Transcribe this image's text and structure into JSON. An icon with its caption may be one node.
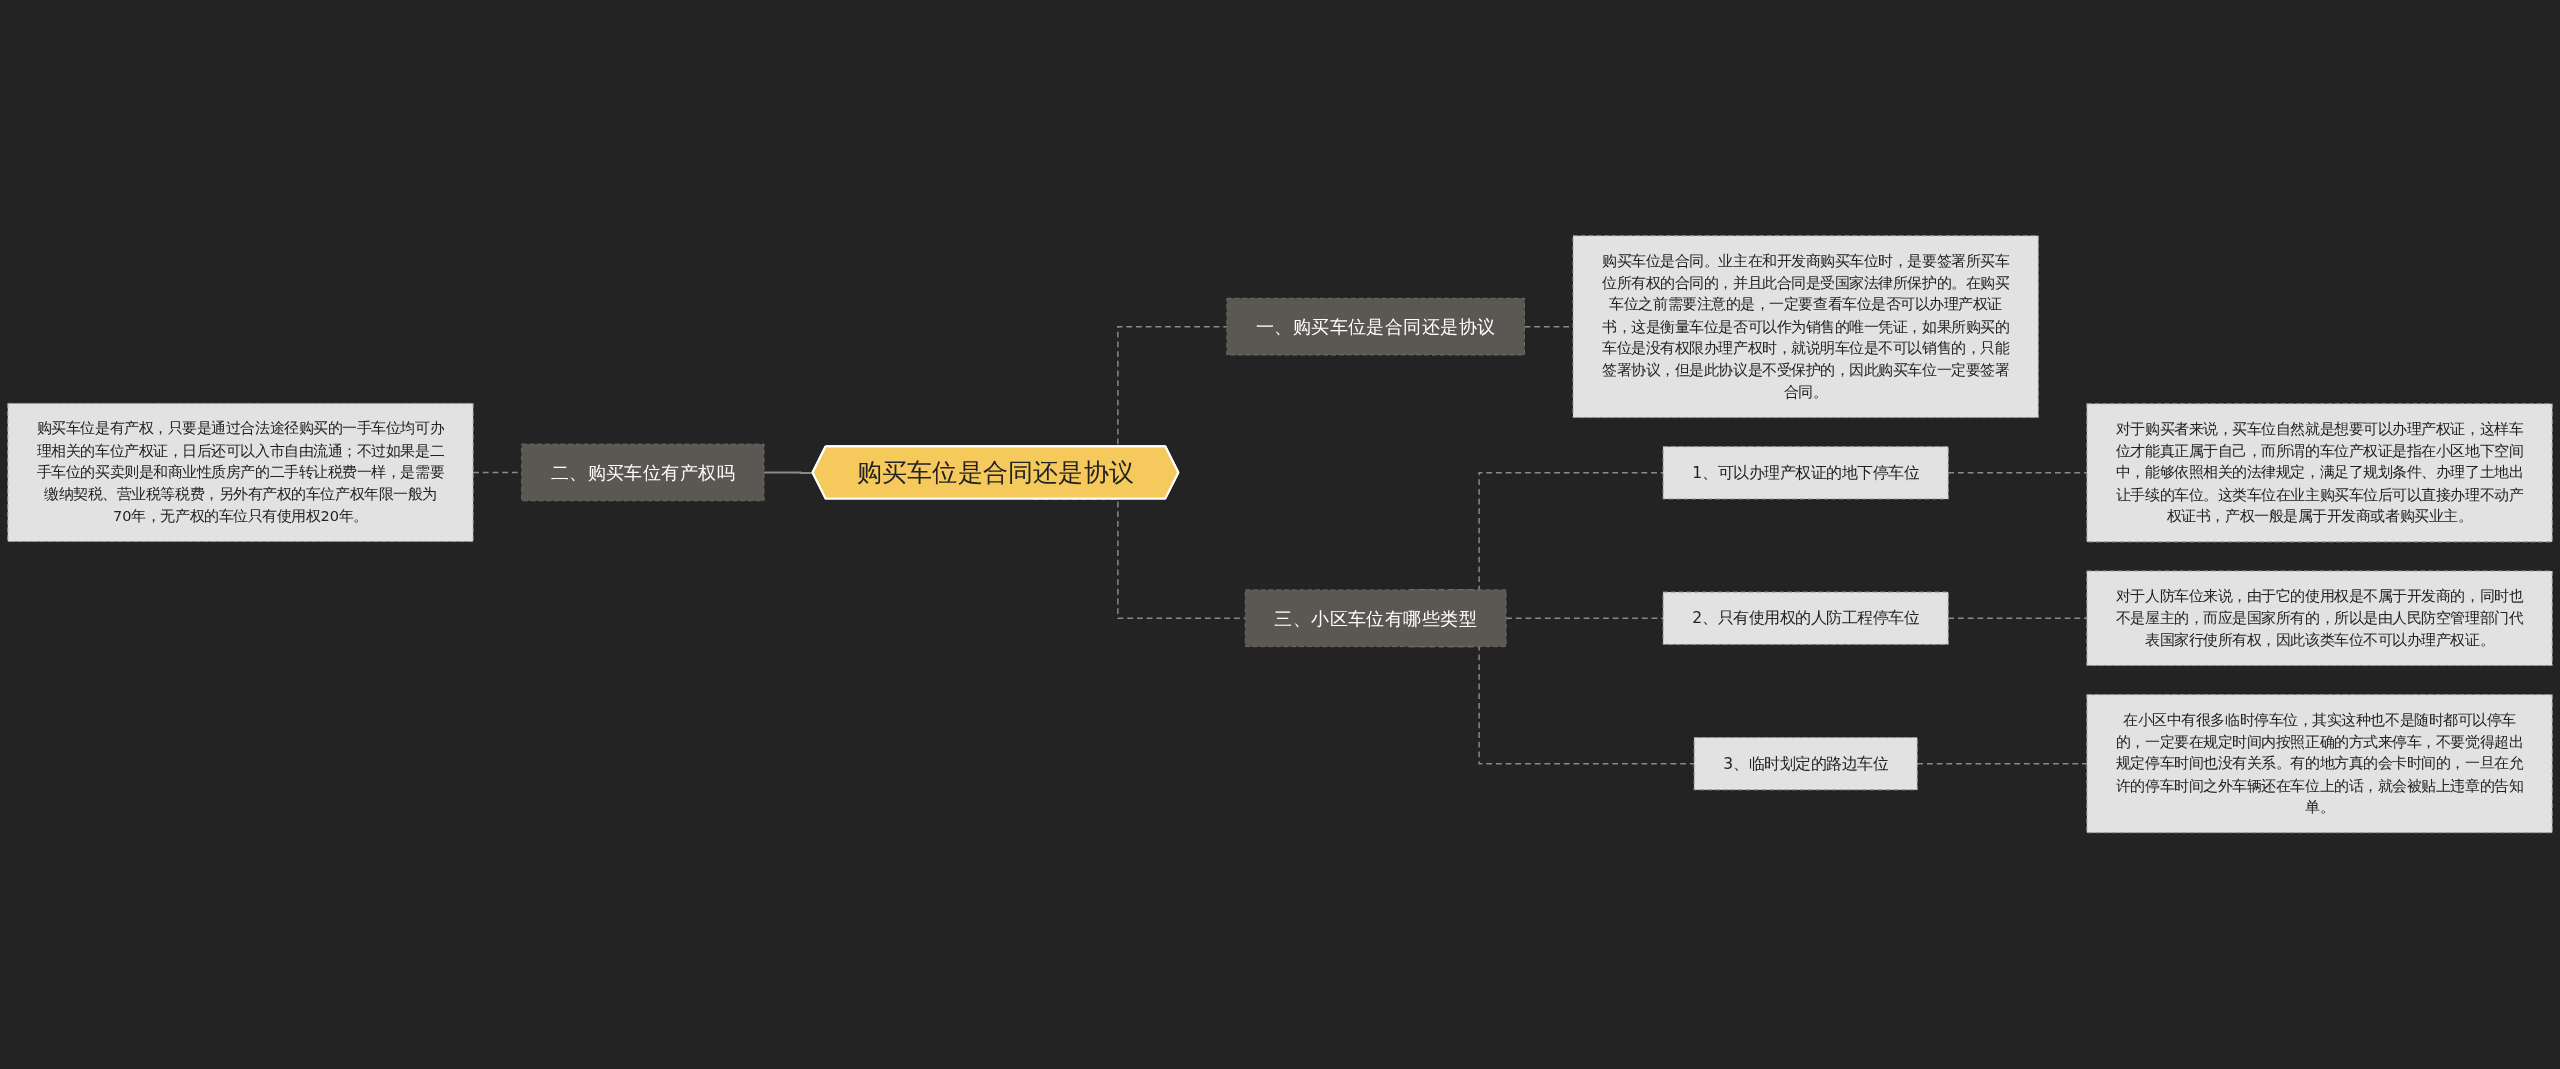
{
  "diagram": {
    "nodes": [
      {
        "text": [
          "购买车位是合同还是协议"
        ]
      },
      {
        "text": [
          "一、购买车位是合同还是协议"
        ]
      },
      {
        "text": [
          "购买车位是合同。业主在和开发商购买车位时，是要签署所买车位所有权的合同的，并且此合同是受国家法律所保护的。在购买车位之前需要注意的是，一定要查看车位是否可以办理产权证书，这是衡量车位是否可以作为销售的唯一凭证，如果所购买的车位是没有权限办理产权时，就说明车位是不可以销售的，只能签署协议，但是此协议是不受保护的，因此购买车位一定要签署合同。"
        ]
      },
      {
        "text": [
          "二、购买车位有产权吗"
        ]
      },
      {
        "text": [
          "购买车位是有产权，只要是通过合法途径购买的一手车位均可办理相关的车位产权证，日后还可以入市自由流通；不过如果是二手车位的买卖则是和商业性质房产的二手转让税费一样，是需要缴纳契税、营业税等税费，另外有产权的车位产权年限一般为70年，无产权的车位只有使用权20年。"
        ]
      },
      {
        "text": [
          "三、小区车位有哪些类型"
        ]
      },
      {
        "text": [
          "1、可以办理产权证的地下停车位"
        ]
      },
      {
        "text": [
          "对于购买者来说，买车位自然就是想要可以办理产权证，这样车位才能真正属于自己，而所谓的车位产权证是指在小区地下空间中，能够依照相关的法律规定，满足了规划条件、办理了土地出让手续的车位。这类车位在业主购买车位后可以直接办理不动产权证书，产权一般是属于开发商或者购买业主。"
        ]
      },
      {
        "text": [
          "2、只有使用权的人防工程停车位"
        ]
      },
      {
        "text": [
          "对于人防车位来说，由于它的使用权是不属于开发商的，同时也不是屋主的，而应是国家所有的，所以是由人民防空管理部门代表国家行使所有权，因此该类车位不可以办理产权证。"
        ]
      },
      {
        "text": [
          "3、临时划定的路边车位"
        ]
      },
      {
        "text": [
          "在小区中有很多临时停车位，其实这种也不是随时都可以停车的，一定要在规定时间内按照正确的方式来停车，不要觉得超出规定停车时间也没有关系。有的地方真的会卡时间的，一旦在允许的停车时间之外车辆还在车位上的话，就会被贴上违章的告知单。"
        ]
      }
    ],
    "edges": [
      {
        "from": 0,
        "to": 1,
        "arrow": "none",
        "style": "dashed"
      },
      {
        "from": 1,
        "to": 2,
        "arrow": "none",
        "style": "dashed"
      },
      {
        "from": 0,
        "to": 3,
        "arrow": "none"
      },
      {
        "from": 3,
        "to": 4,
        "arrow": "none",
        "style": "dashed"
      },
      {
        "from": 0,
        "to": 5,
        "arrow": "none",
        "style": "dashed"
      },
      {
        "from": 5,
        "to": 6,
        "arrow": "none",
        "style": "dashed"
      },
      {
        "from": 6,
        "to": 7,
        "arrow": "none",
        "style": "dashed"
      },
      {
        "from": 5,
        "to": 8,
        "arrow": "none",
        "style": "dashed"
      },
      {
        "from": 8,
        "to": 9,
        "arrow": "none",
        "style": "dashed"
      },
      {
        "from": 5,
        "to": 10,
        "arrow": "none",
        "style": "dashed"
      },
      {
        "from": 10,
        "to": 11,
        "arrow": "none",
        "style": "dashed"
      }
    ]
  }
}
